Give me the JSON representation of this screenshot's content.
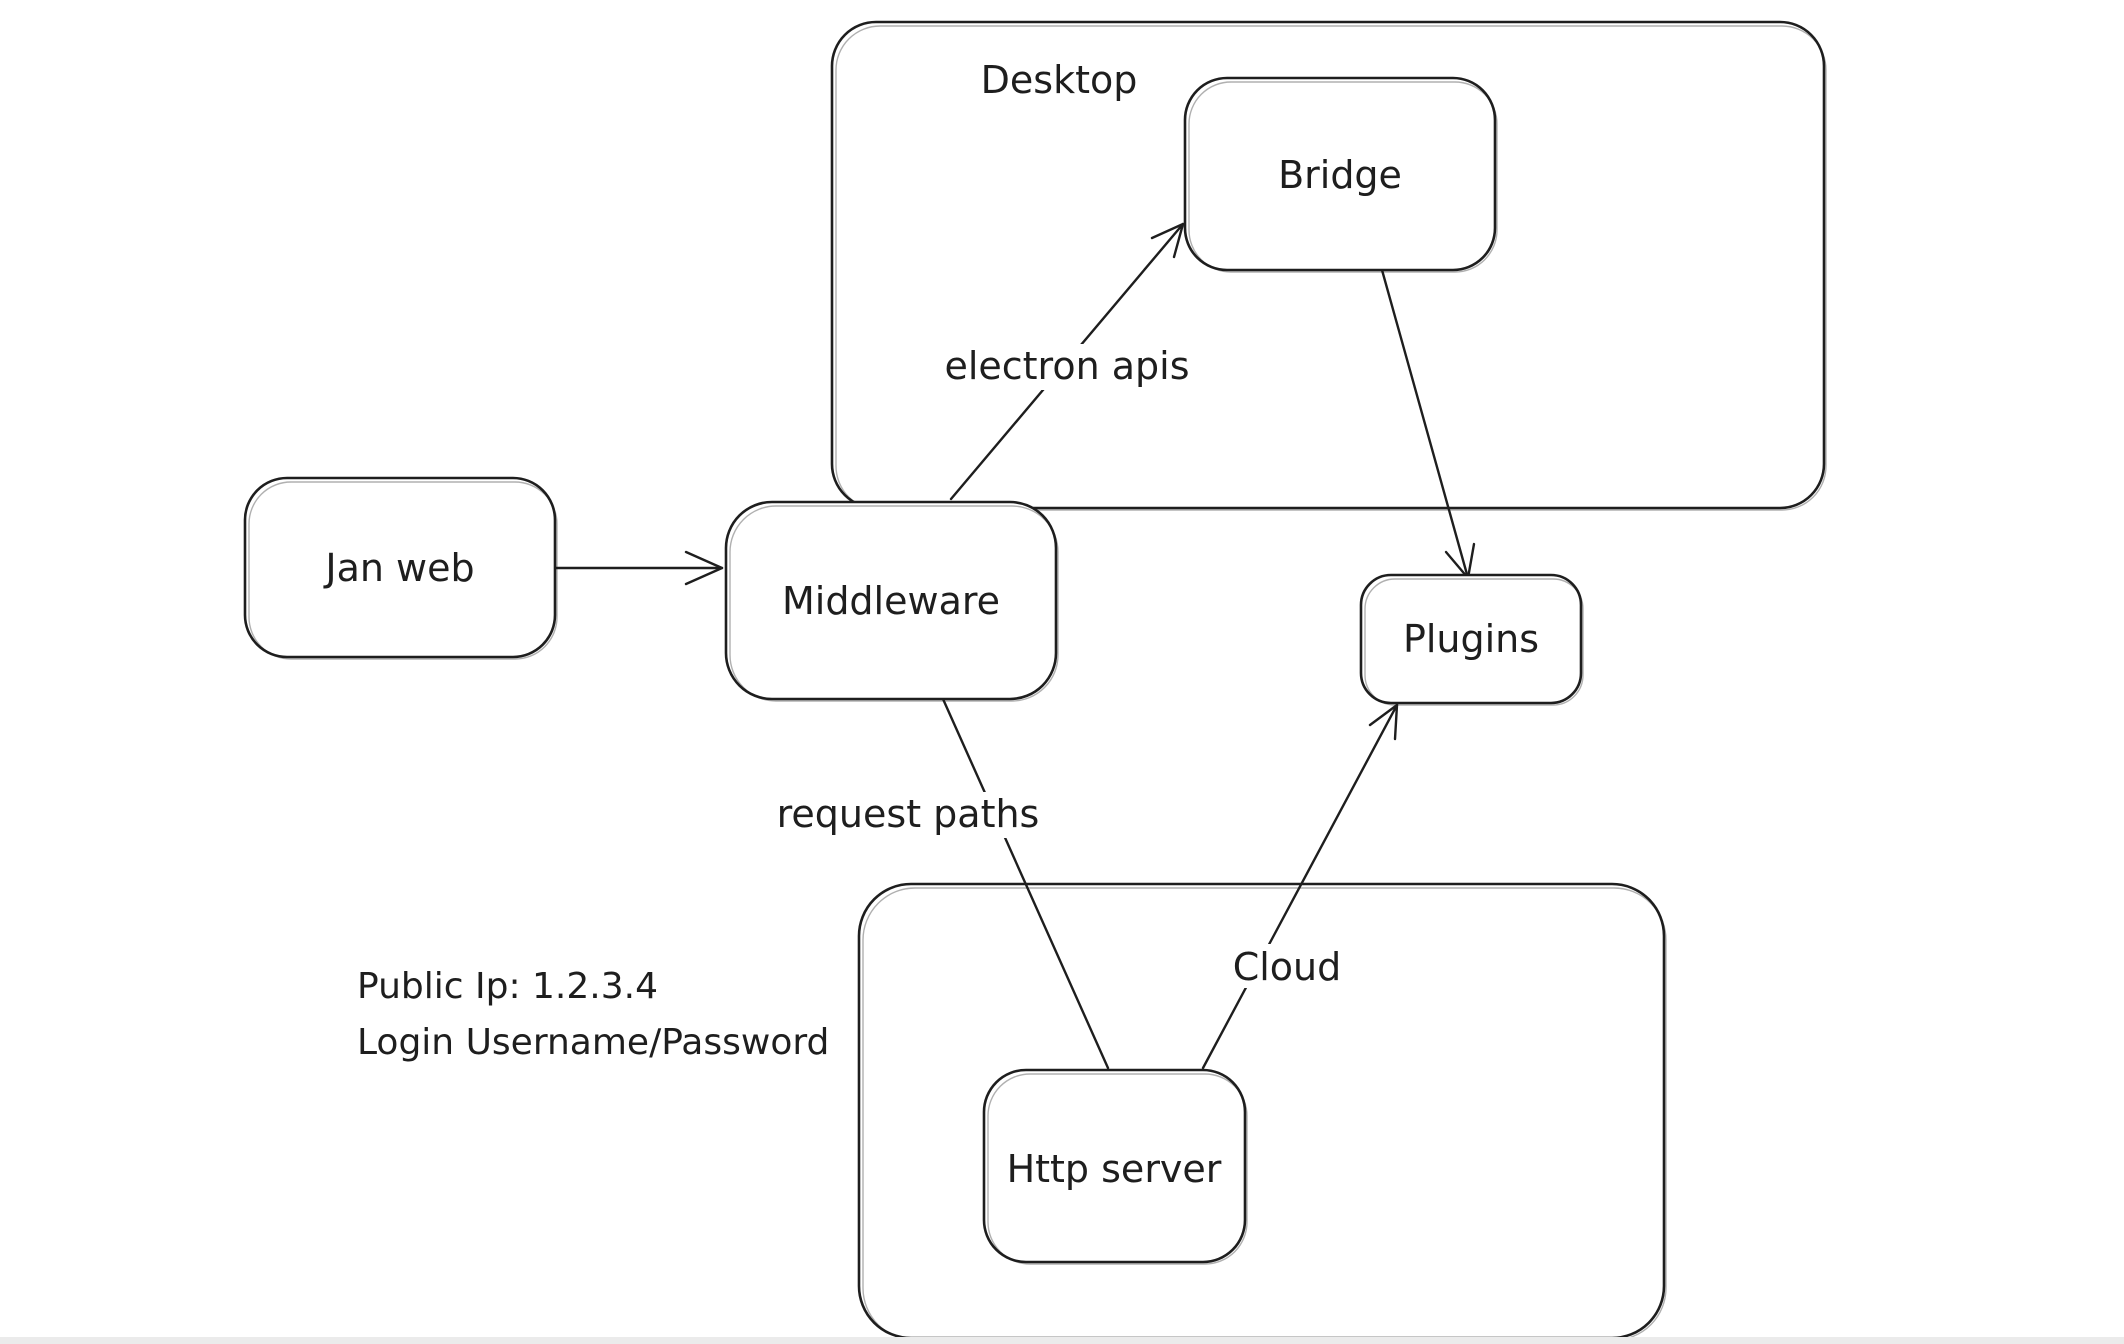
{
  "colors": {
    "stroke": "#1e1e1e",
    "background": "#ffffff"
  },
  "diagram": {
    "containers": [
      {
        "id": "desktop",
        "label": "Desktop"
      },
      {
        "id": "cloud",
        "label": "Cloud"
      }
    ],
    "nodes": [
      {
        "id": "bridge",
        "label": "Bridge",
        "inside": "desktop"
      },
      {
        "id": "jan-web",
        "label": "Jan web"
      },
      {
        "id": "middleware",
        "label": "Middleware"
      },
      {
        "id": "plugins",
        "label": "Plugins"
      },
      {
        "id": "http-server",
        "label": "Http server",
        "inside": "cloud"
      }
    ],
    "edges": [
      {
        "from": "jan-web",
        "to": "middleware"
      },
      {
        "from": "middleware",
        "to": "bridge",
        "label": "electron apis"
      },
      {
        "from": "bridge",
        "to": "plugins"
      },
      {
        "from": "middleware",
        "to": "http-server",
        "label": "request paths"
      },
      {
        "from": "http-server",
        "to": "plugins"
      }
    ],
    "annotations": [
      {
        "text": "Public Ip: 1.2.3.4"
      },
      {
        "text": "Login Username/Password"
      }
    ]
  }
}
